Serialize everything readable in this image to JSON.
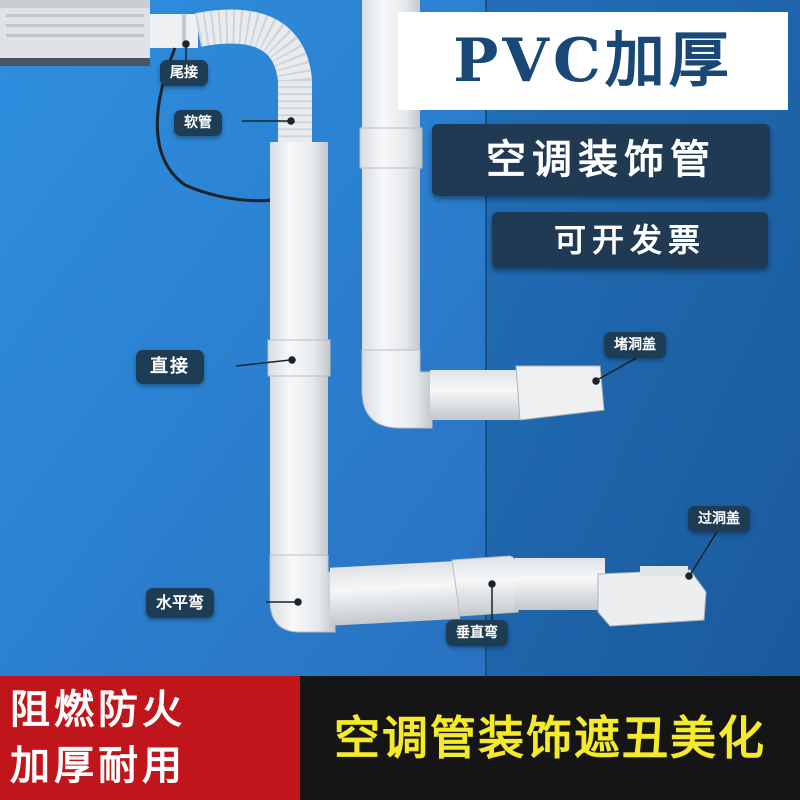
{
  "title": "PVC加厚",
  "subtitle_1": "空调装饰管",
  "subtitle_2": "可开发票",
  "callouts": {
    "tail_connector": "尾接",
    "flex_hose": "软管",
    "straight_joint": "直接",
    "horizontal_elbow": "水平弯",
    "hole_cover": "堵洞盖",
    "pass_hole_cover": "过洞盖",
    "vertical_elbow": "垂直弯"
  },
  "features": {
    "line_1": "阻燃防火",
    "line_2": "加厚耐用"
  },
  "slogan": "空调管装饰遮丑美化",
  "colors": {
    "wall_left": "#2e86d4",
    "wall_right": "#1e6bb5",
    "label_bg": "#1f3c55",
    "badge_red": "#c0161b",
    "slogan_yellow": "#f4ea2a"
  }
}
